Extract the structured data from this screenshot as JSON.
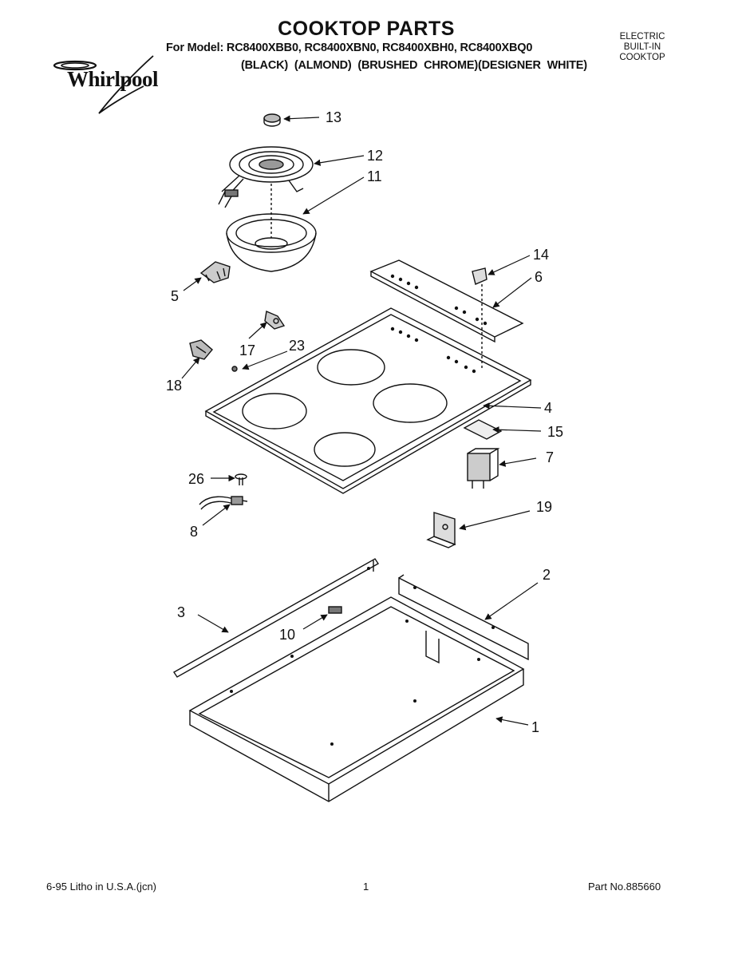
{
  "header": {
    "title": "COOKTOP PARTS",
    "models_line": "For Model: RC8400XBB0, RC8400XBN0, RC8400XBH0, RC8400XBQ0",
    "colors_line": "(BLACK)  (ALMOND)  (BRUSHED CHROME)(DESIGNER WHITE)",
    "product_type": [
      "ELECTRIC",
      "BUILT-IN",
      "COOKTOP"
    ],
    "brand": "Whirlpool"
  },
  "callouts": [
    {
      "id": "c13",
      "label": "13"
    },
    {
      "id": "c12",
      "label": "12"
    },
    {
      "id": "c11",
      "label": "11"
    },
    {
      "id": "c14",
      "label": "14"
    },
    {
      "id": "c6",
      "label": "6"
    },
    {
      "id": "c5",
      "label": "5"
    },
    {
      "id": "c17",
      "label": "17"
    },
    {
      "id": "c23",
      "label": "23"
    },
    {
      "id": "c18",
      "label": "18"
    },
    {
      "id": "c4",
      "label": "4"
    },
    {
      "id": "c15",
      "label": "15"
    },
    {
      "id": "c7",
      "label": "7"
    },
    {
      "id": "c26",
      "label": "26"
    },
    {
      "id": "c8",
      "label": "8"
    },
    {
      "id": "c19",
      "label": "19"
    },
    {
      "id": "c2",
      "label": "2"
    },
    {
      "id": "c3",
      "label": "3"
    },
    {
      "id": "c10",
      "label": "10"
    },
    {
      "id": "c1",
      "label": "1"
    }
  ],
  "footer": {
    "date_litho": "6-95  Litho in U.S.A.(jcn)",
    "page_number": "1",
    "part_number": "Part No.885660"
  }
}
